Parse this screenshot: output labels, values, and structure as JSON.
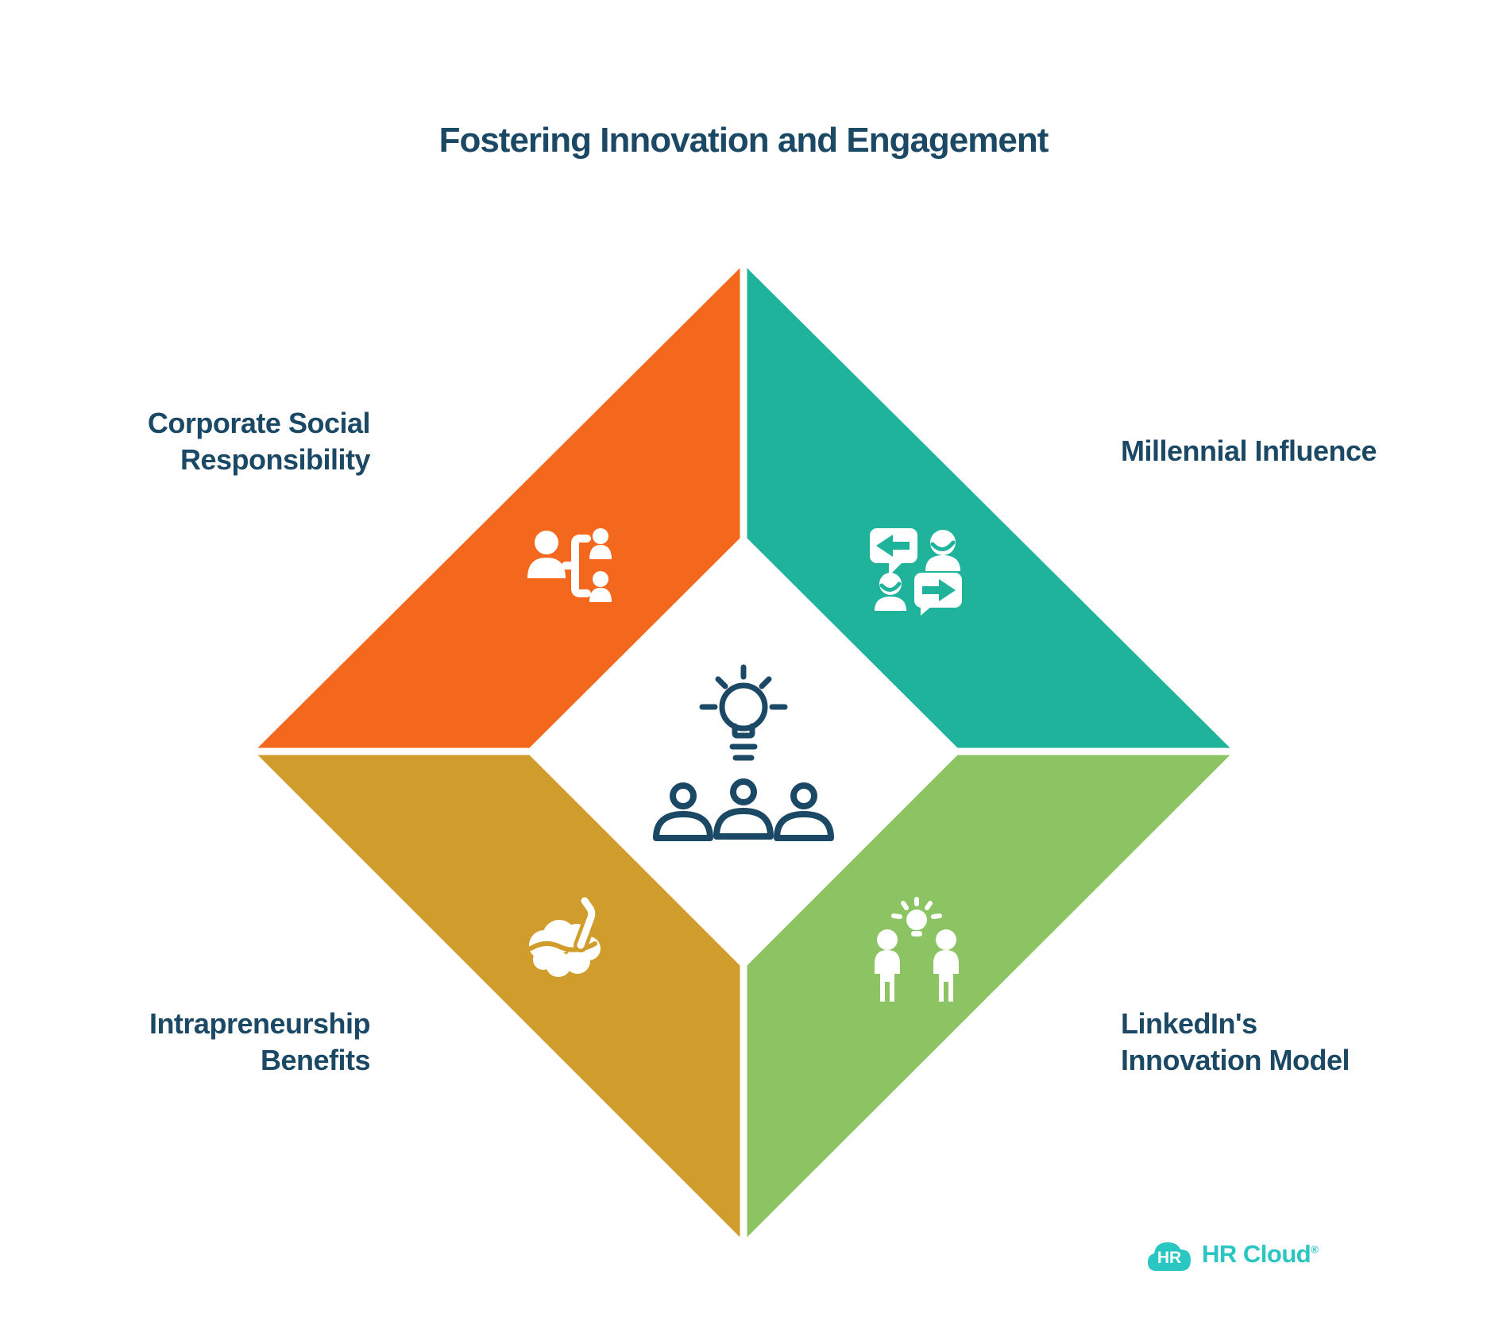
{
  "title": "Fostering Innovation and Engagement",
  "colors": {
    "background": "#FFFFFF",
    "navy_text": "#1B4965",
    "orange": "#F3681C",
    "teal": "#1FB39B",
    "gold": "#D09C2C",
    "green": "#8CC464",
    "icon_white": "#FFFFFF",
    "logo_teal": "#29C6C2"
  },
  "quadrants": {
    "top_left": {
      "label_lines": [
        "Corporate Social",
        "Responsibility"
      ],
      "color": "#F3681C",
      "icon": "people-hierarchy-icon"
    },
    "top_right": {
      "label_lines": [
        "Millennial Influence"
      ],
      "color": "#1FB39B",
      "icon": "conversation-icon"
    },
    "bottom_left": {
      "label_lines": [
        "Intrapreneurship",
        "Benefits"
      ],
      "color": "#D09C2C",
      "icon": "brain-straw-icon"
    },
    "bottom_right": {
      "label_lines": [
        "LinkedIn's",
        "Innovation Model"
      ],
      "color": "#8CC464",
      "icon": "team-idea-icon"
    }
  },
  "center": {
    "color": "#1B4965",
    "icons": [
      "idea-lightbulb-icon",
      "team-people-icon"
    ]
  },
  "logo": {
    "badge": "HR",
    "name": "HR Cloud",
    "registered": "®",
    "color": "#29C6C2"
  }
}
